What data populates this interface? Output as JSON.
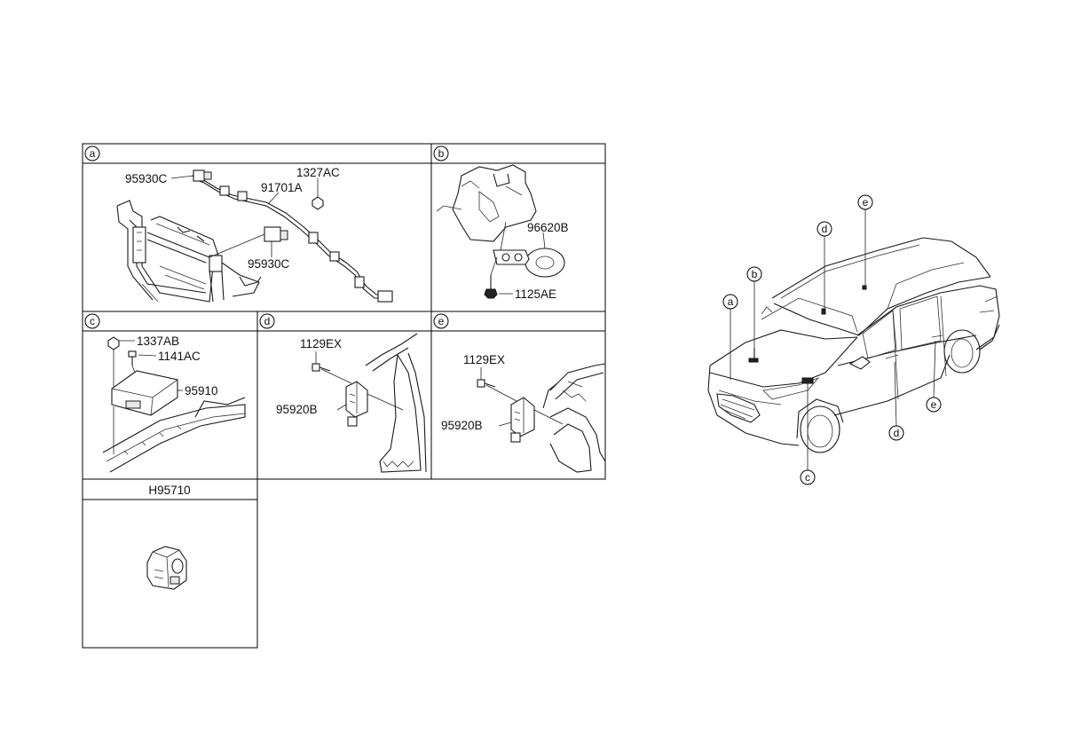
{
  "panels": {
    "a": {
      "tag": "a",
      "labels": {
        "sensor_left": "95930C",
        "harness": "91701A",
        "clip": "1327AC",
        "sensor_right": "95930C"
      }
    },
    "b": {
      "tag": "b",
      "labels": {
        "horn": "96620B",
        "bolt": "1125AE"
      }
    },
    "c": {
      "tag": "c",
      "labels": {
        "nut": "1337AB",
        "bolt": "1141AC",
        "module": "95910"
      }
    },
    "d": {
      "tag": "d",
      "labels": {
        "bolt": "1129EX",
        "sensor": "95920B"
      }
    },
    "e": {
      "tag": "e",
      "labels": {
        "bolt": "1129EX",
        "sensor": "95920B"
      }
    },
    "h": {
      "title": "H95710"
    }
  },
  "car_callouts": {
    "a": "a",
    "b": "b",
    "c": "c",
    "d_top": "d",
    "e_top": "e",
    "d_bottom": "d",
    "e_bottom": "e"
  }
}
